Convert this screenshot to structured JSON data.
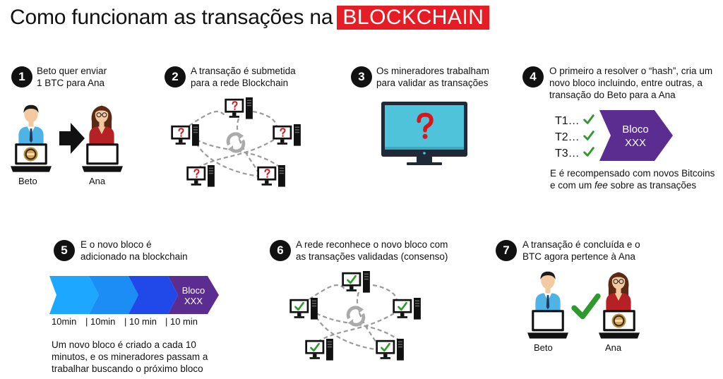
{
  "title": {
    "text": "Como funcionam as transações na",
    "highlight": "BLOCKCHAIN"
  },
  "colors": {
    "accent": "#e61d24",
    "block": "#5b2d91",
    "check": "#2e9a2e",
    "arrow_light": "#1ea7ff",
    "arrow_mid": "#1b8df5",
    "arrow_dark": "#2148e8"
  },
  "steps": [
    {
      "number": "1",
      "lines": [
        "Beto quer enviar",
        "1 BTC para Ana"
      ]
    },
    {
      "number": "2",
      "lines": [
        "A transação é submetida",
        "para a rede Blockchain"
      ]
    },
    {
      "number": "3",
      "lines": [
        "Os mineradores trabalham",
        "para validar as transações"
      ]
    },
    {
      "number": "4",
      "lines": [
        "O primeiro a resolver o “hash”, cria um",
        "novo bloco incluindo, entre outras, a",
        "transação do Beto para a Ana"
      ]
    },
    {
      "number": "5",
      "lines": [
        "E o novo bloco é",
        "adicionado na blockchain"
      ]
    },
    {
      "number": "6",
      "lines": [
        "A rede reconhece o novo bloco com",
        "as transações validadas (consenso)"
      ]
    },
    {
      "number": "7",
      "lines": [
        "A transação é concluída e o",
        "BTC agora pertence à Ana"
      ]
    }
  ],
  "people": {
    "sender": "Beto",
    "receiver": "Ana"
  },
  "transactions": [
    "T1…",
    "T2…",
    "T3…"
  ],
  "block": {
    "line1": "Bloco",
    "line2": "XXX"
  },
  "reward": {
    "before": "E é recompensado com novos Bitcoins",
    "line2_start": "e com um ",
    "fee": "fee",
    "line2_end": " sobre as transações"
  },
  "timeline": {
    "labels": [
      "10min",
      "| 10min",
      "| 10 min",
      "| 10 min"
    ]
  },
  "note": [
    "Um novo bloco é criado a cada 10",
    "minutos, e os mineradores passam a",
    "trabalhar buscando o próximo bloco"
  ]
}
